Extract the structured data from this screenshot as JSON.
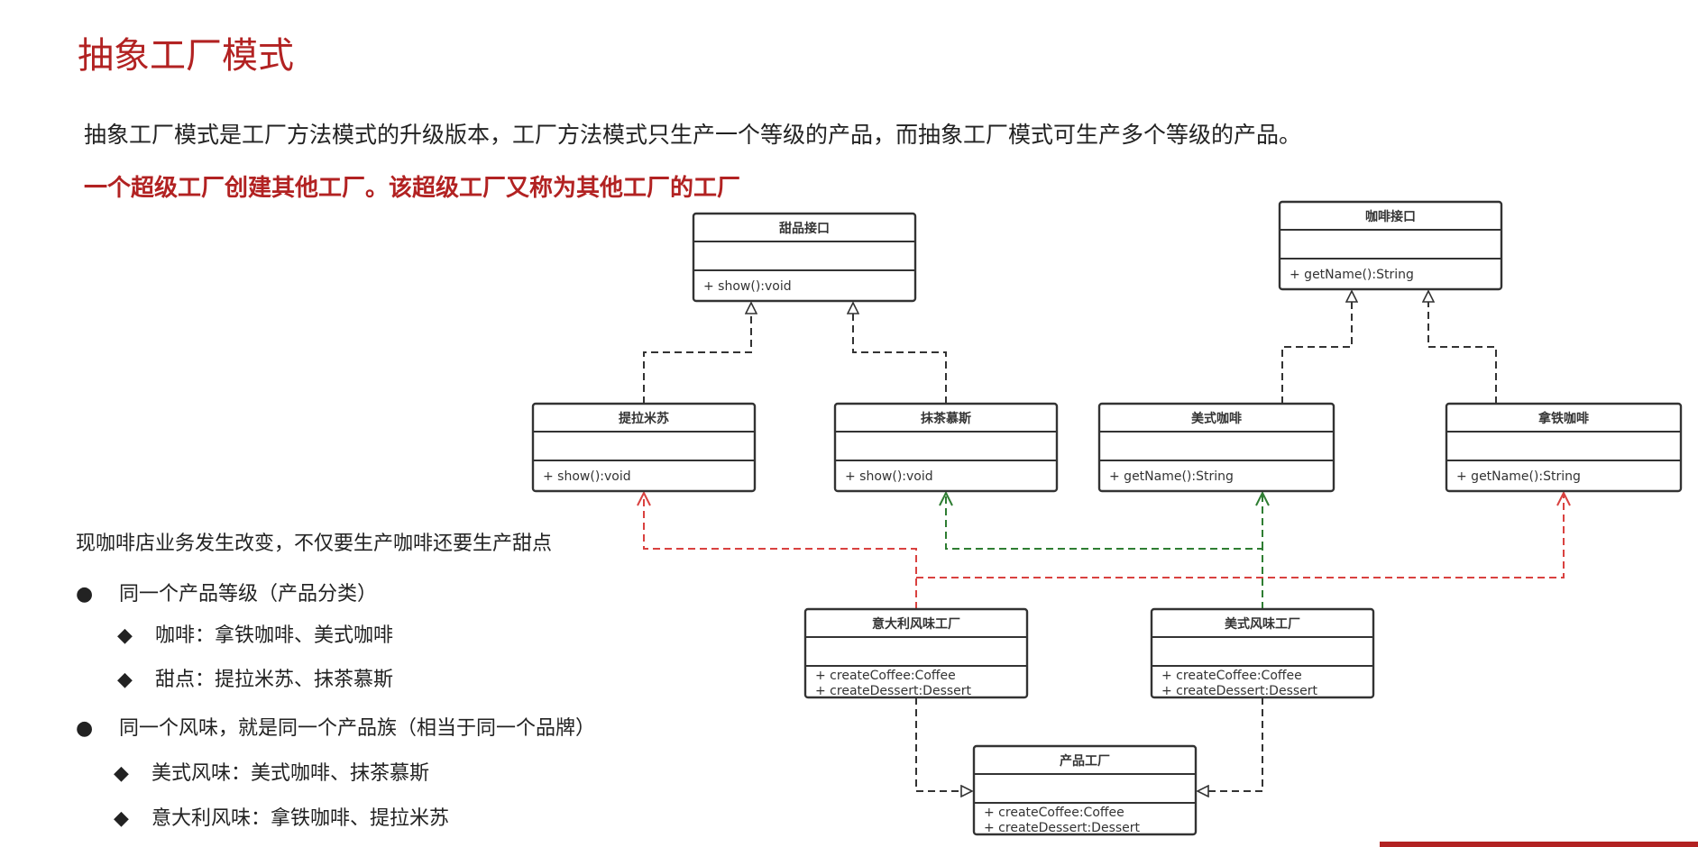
{
  "title": "抽象工厂模式",
  "intro": "抽象工厂模式是工厂方法模式的升级版本，工厂方法模式只生产一个等级的产品，而抽象工厂模式可生产多个等级的产品。",
  "highlight": "一个超级工厂创建其他工厂。该超级工厂又称为其他工厂的工厂",
  "notes": {
    "lead": "现咖啡店业务发生改变，不仅要生产咖啡还要生产甜点",
    "point1": "同一个产品等级（产品分类）",
    "point1_sub1": "咖啡：拿铁咖啡、美式咖啡",
    "point1_sub2": "甜点：提拉米苏、抹茶慕斯",
    "point2": "同一个风味，就是同一个产品族（相当于同一个品牌）",
    "point2_sub1": "美式风味：美式咖啡、抹茶慕斯",
    "point2_sub2": "意大利风味：拿铁咖啡、提拉米苏"
  },
  "colors": {
    "accent": "#b22222",
    "italian_flavor_edge": "#d9413f",
    "american_flavor_edge": "#2e7d32",
    "uml_line": "#333333"
  },
  "diagram": {
    "classes": {
      "dessert_interface": {
        "name": "甜品接口",
        "methods": [
          "+ show():void"
        ]
      },
      "coffee_interface": {
        "name": "咖啡接口",
        "methods": [
          "+ getName():String"
        ]
      },
      "tiramisu": {
        "name": "提拉米苏",
        "methods": [
          "+ show():void"
        ]
      },
      "matcha_mousse": {
        "name": "抹茶慕斯",
        "methods": [
          "+ show():void"
        ]
      },
      "american_coffee": {
        "name": "美式咖啡",
        "methods": [
          "+ getName():String"
        ]
      },
      "latte": {
        "name": "拿铁咖啡",
        "methods": [
          "+ getName():String"
        ]
      },
      "italian_factory": {
        "name": "意大利风味工厂",
        "methods": [
          "+ createCoffee:Coffee",
          "+ createDessert:Dessert"
        ]
      },
      "american_factory": {
        "name": "美式风味工厂",
        "methods": [
          "+ createCoffee:Coffee",
          "+ createDessert:Dessert"
        ]
      },
      "product_factory": {
        "name": "产品工厂",
        "methods": [
          "+ createCoffee:Coffee",
          "+ createDessert:Dessert"
        ]
      }
    },
    "relations": [
      {
        "from": "tiramisu",
        "to": "dessert_interface",
        "kind": "realization"
      },
      {
        "from": "matcha_mousse",
        "to": "dessert_interface",
        "kind": "realization"
      },
      {
        "from": "american_coffee",
        "to": "coffee_interface",
        "kind": "realization"
      },
      {
        "from": "latte",
        "to": "coffee_interface",
        "kind": "realization"
      },
      {
        "from": "italian_factory",
        "to": "tiramisu",
        "kind": "dependency",
        "family": "italian"
      },
      {
        "from": "italian_factory",
        "to": "latte",
        "kind": "dependency",
        "family": "italian"
      },
      {
        "from": "american_factory",
        "to": "matcha_mousse",
        "kind": "dependency",
        "family": "american"
      },
      {
        "from": "american_factory",
        "to": "american_coffee",
        "kind": "dependency",
        "family": "american"
      },
      {
        "from": "italian_factory",
        "to": "product_factory",
        "kind": "realization"
      },
      {
        "from": "american_factory",
        "to": "product_factory",
        "kind": "realization"
      }
    ]
  }
}
